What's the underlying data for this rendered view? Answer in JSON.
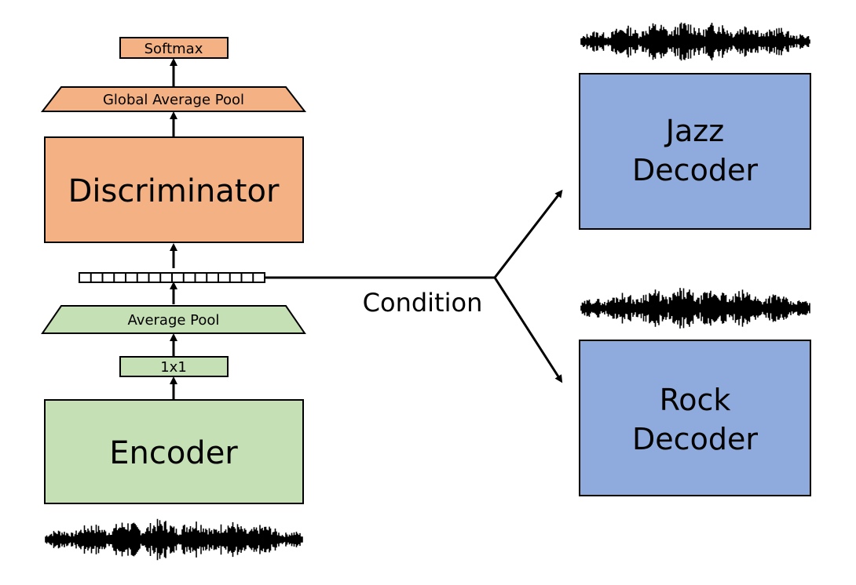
{
  "labels": {
    "softmax": "Softmax",
    "global_average_pool": "Global Average Pool",
    "discriminator": "Discriminator",
    "average_pool": "Average Pool",
    "one_by_one": "1x1",
    "encoder": "Encoder",
    "condition": "Condition",
    "jazz_decoder_line1": "Jazz",
    "jazz_decoder_line2": "Decoder",
    "rock_decoder_line1": "Rock",
    "rock_decoder_line2": "Decoder"
  },
  "colors": {
    "discriminator_fill": "#f4b183",
    "encoder_fill": "#c5e0b4",
    "decoder_fill": "#8faadc",
    "stroke": "#000000"
  },
  "icons": {
    "waveform": "audio-waveform-icon",
    "latent_vector": "latent-vector-icon"
  }
}
